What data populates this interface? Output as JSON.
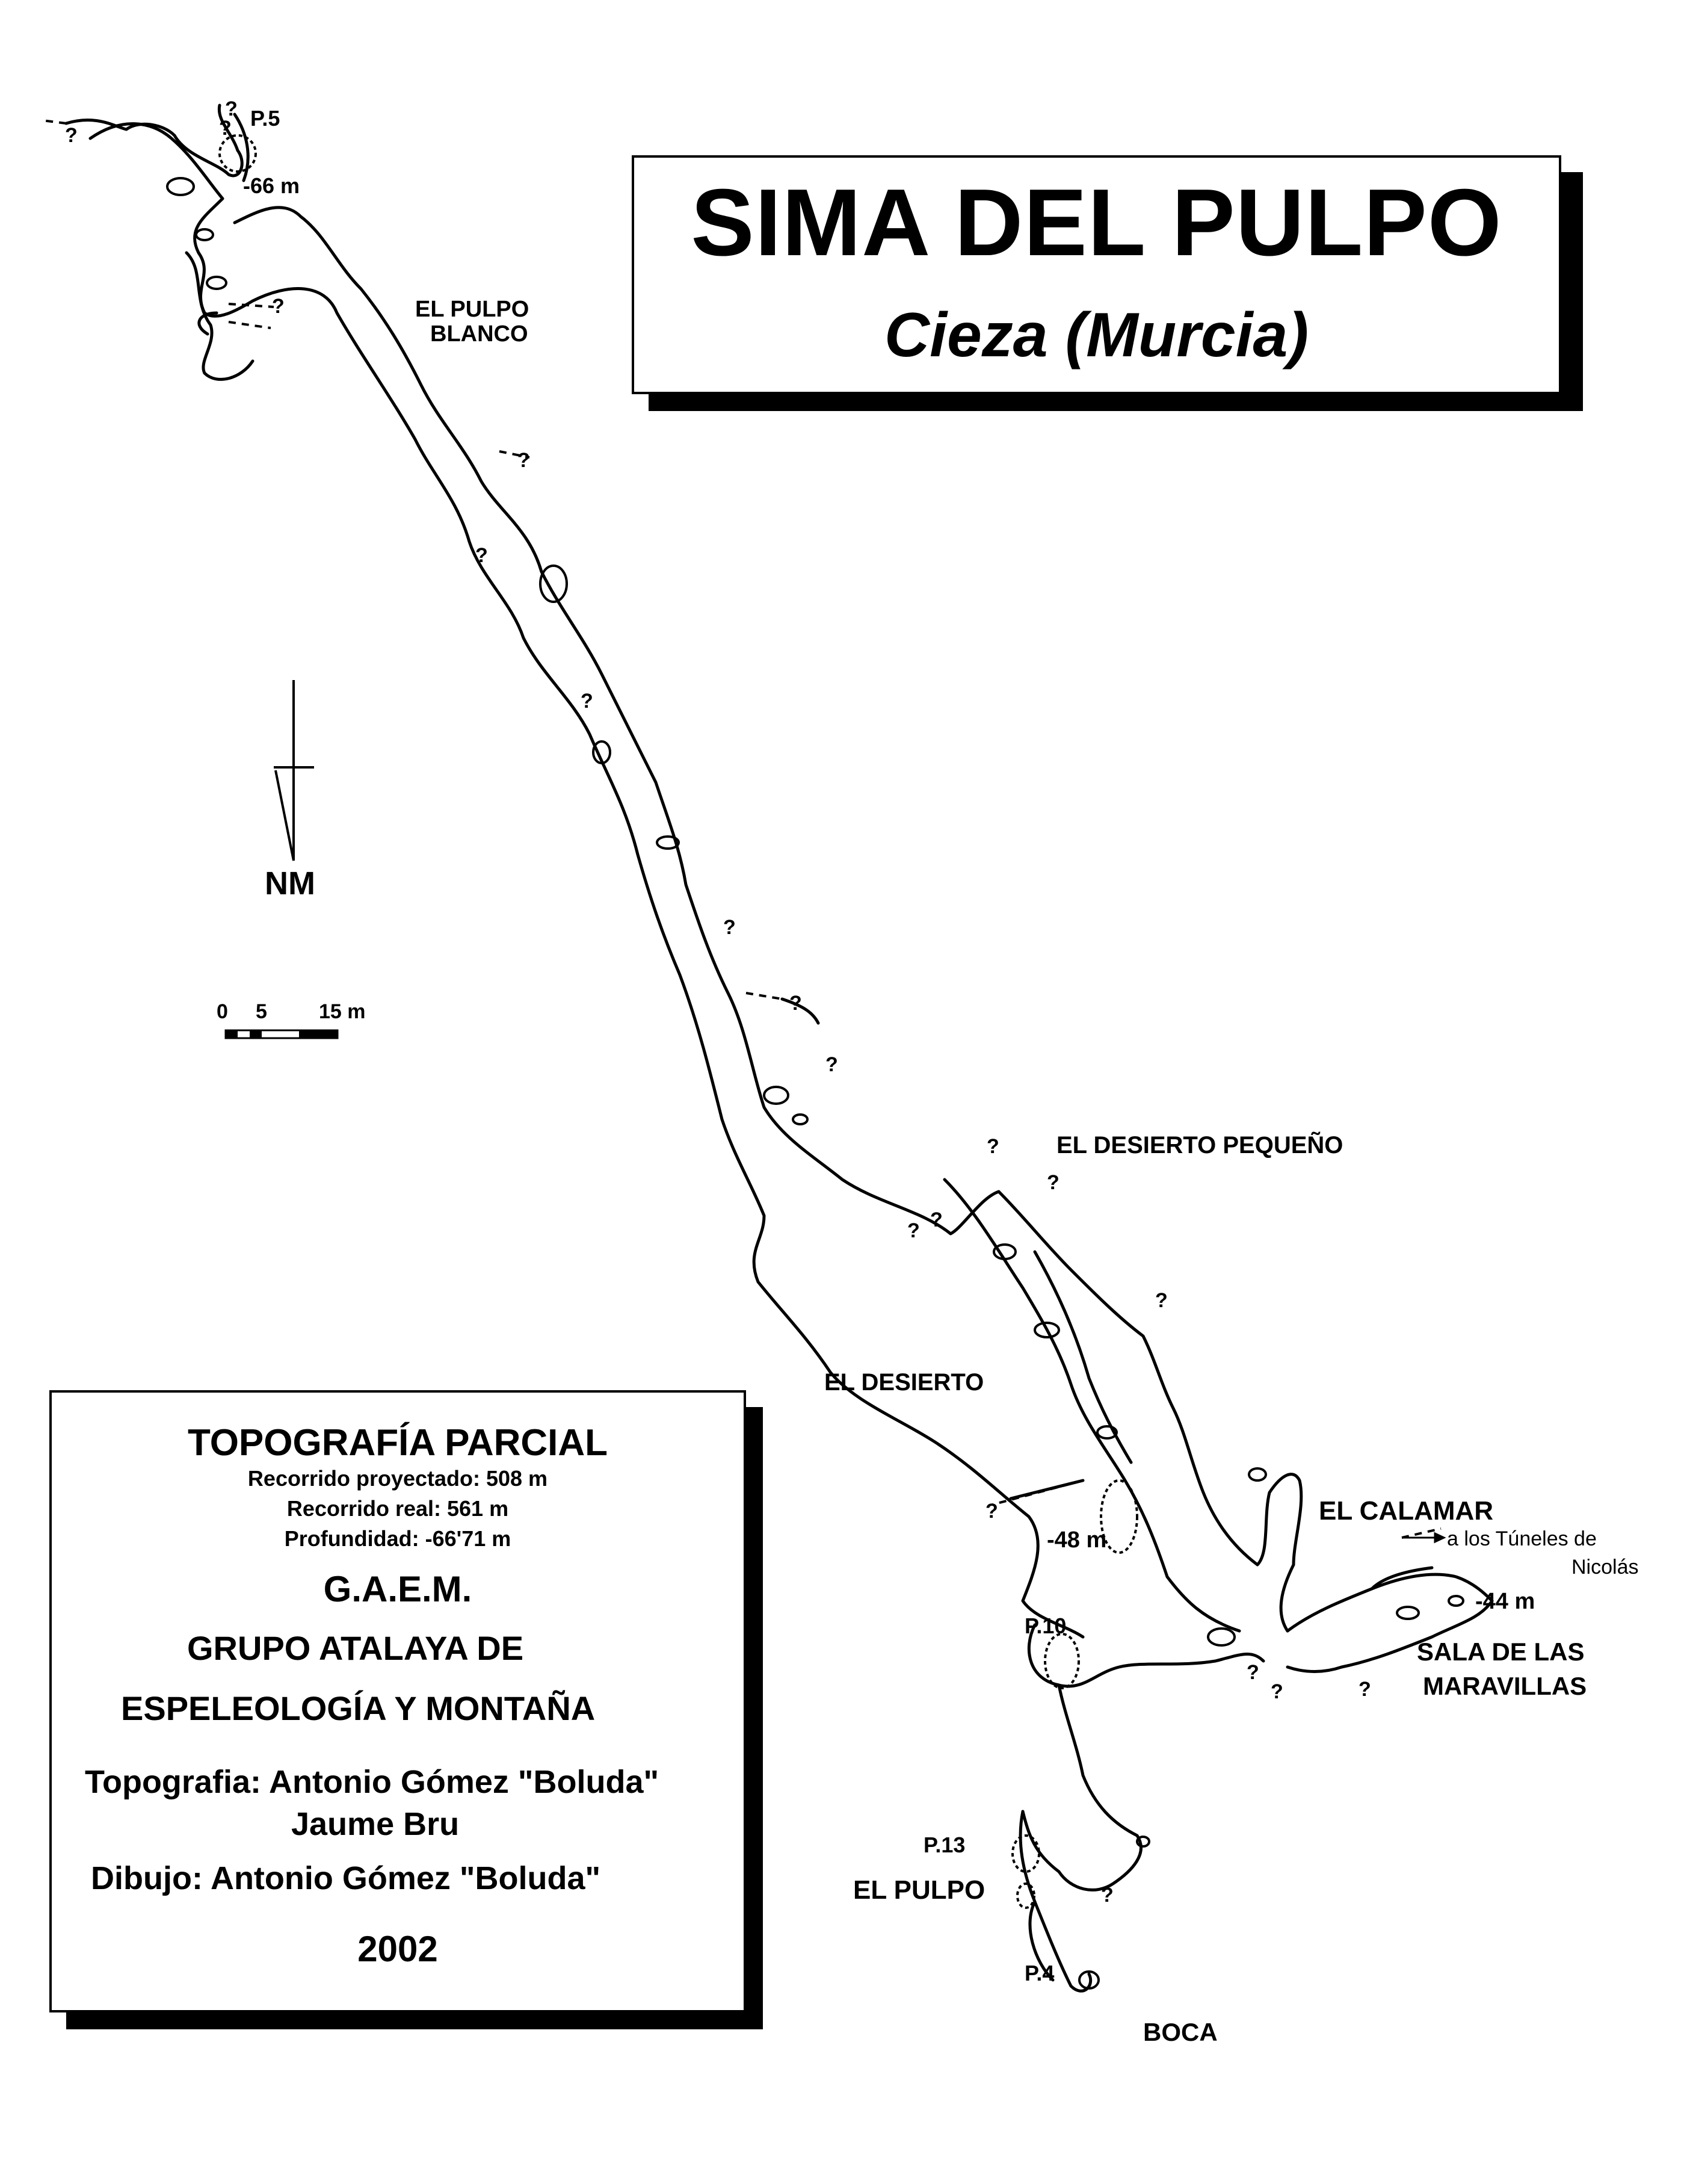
{
  "title": {
    "main": "SIMA DEL PULPO",
    "sub": "Cieza (Murcia)"
  },
  "info": {
    "heading": "TOPOGRAFÍA PARCIAL",
    "stats": [
      "Recorrido proyectado: 508 m",
      "Recorrido real: 561 m",
      "Profundidad: -66'71 m"
    ],
    "org_acronym": "G.A.E.M.",
    "org_name_1": "GRUPO ATALAYA DE",
    "org_name_2": "ESPELEOLOGÍA Y MONTAÑA",
    "topografia_1": "Topografia: Antonio Gómez \"Boluda\"",
    "topografia_2": "Jaume Bru",
    "dibujo": "Dibujo: Antonio Gómez \"Boluda\"",
    "year": "2002"
  },
  "north": {
    "label": "NM"
  },
  "scale": {
    "t0": "0",
    "t5": "5",
    "t15": "15 m"
  },
  "labels": {
    "p5": "P.5",
    "depth_66": "-66 m",
    "pulpo_blanco_1": "EL PULPO",
    "pulpo_blanco_2": "BLANCO",
    "desierto_pequeno": "EL DESIERTO PEQUEÑO",
    "desierto": "EL DESIERTO",
    "calamar": "EL CALAMAR",
    "tuneles_1": "a los Túneles de",
    "tuneles_2": "Nicolás",
    "depth_44": "-44 m",
    "depth_48": "-48 m",
    "sala_1": "SALA DE LAS",
    "sala_2": "MARAVILLAS",
    "p10": "P.10",
    "p13": "P.13",
    "pulpo": "EL PULPO",
    "p4": "P.4",
    "boca": "BOCA"
  },
  "unknown_mark": "?"
}
